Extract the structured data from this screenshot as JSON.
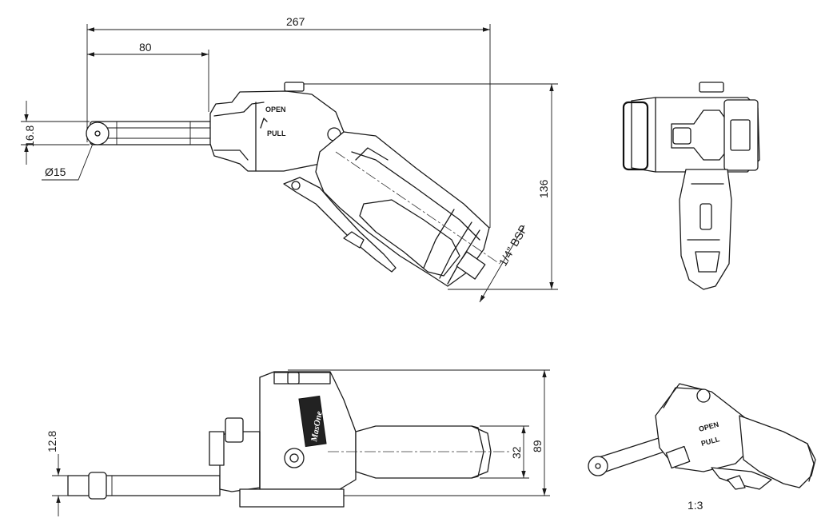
{
  "dimensions": {
    "overall_length": "267",
    "belt_reach": "80",
    "belt_width_side": "16.8",
    "wheel_diameter": "Ø15",
    "overall_height": "136",
    "air_inlet": "1/4\" BSP",
    "belt_width_top": "12.8",
    "top_height": "89",
    "grip_diameter": "32"
  },
  "labels": {
    "open": "OPEN",
    "pull": "PULL",
    "brand": "MasOne",
    "iso_open": "OPEN",
    "iso_pull": "PULL"
  },
  "scale": "1:3"
}
